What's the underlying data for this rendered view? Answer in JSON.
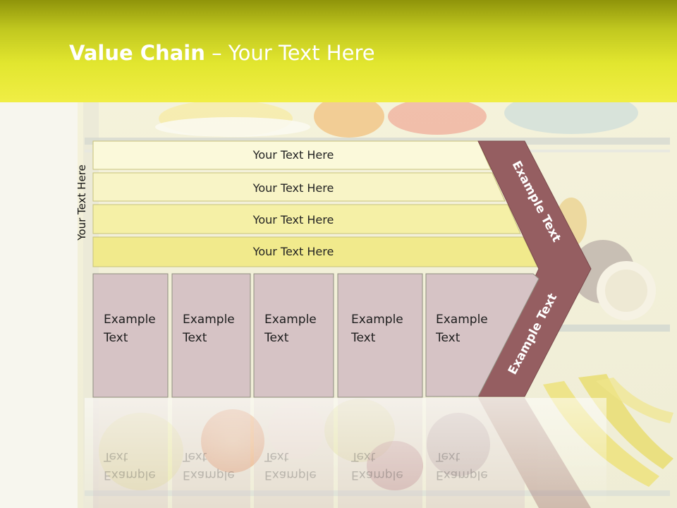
{
  "slide": {
    "title_bold": "Value Chain",
    "title_rest": " – Your Text Here",
    "side_label": "Your Text Here"
  },
  "rows": [
    {
      "label": "Your Text Here"
    },
    {
      "label": "Your Text Here"
    },
    {
      "label": "Your Text Here"
    },
    {
      "label": "Your Text Here"
    }
  ],
  "boxes": [
    {
      "line1": "Example",
      "line2": "Text"
    },
    {
      "line1": "Example",
      "line2": "Text"
    },
    {
      "line1": "Example",
      "line2": "Text"
    },
    {
      "line1": "Example",
      "line2": "Text"
    },
    {
      "line1": "Example",
      "line2": "Text"
    }
  ],
  "chevron": {
    "upper_label": "Example Text",
    "lower_label": "Example Text",
    "color": "#955e61"
  },
  "colors": {
    "header_top": "#8f940a",
    "header_bottom": "#f0ee45",
    "row_fills": [
      "#fbf9da",
      "#f8f4c6",
      "#f5f0a6",
      "#f1ea8c"
    ],
    "box_fill": "#d6c3c5"
  }
}
